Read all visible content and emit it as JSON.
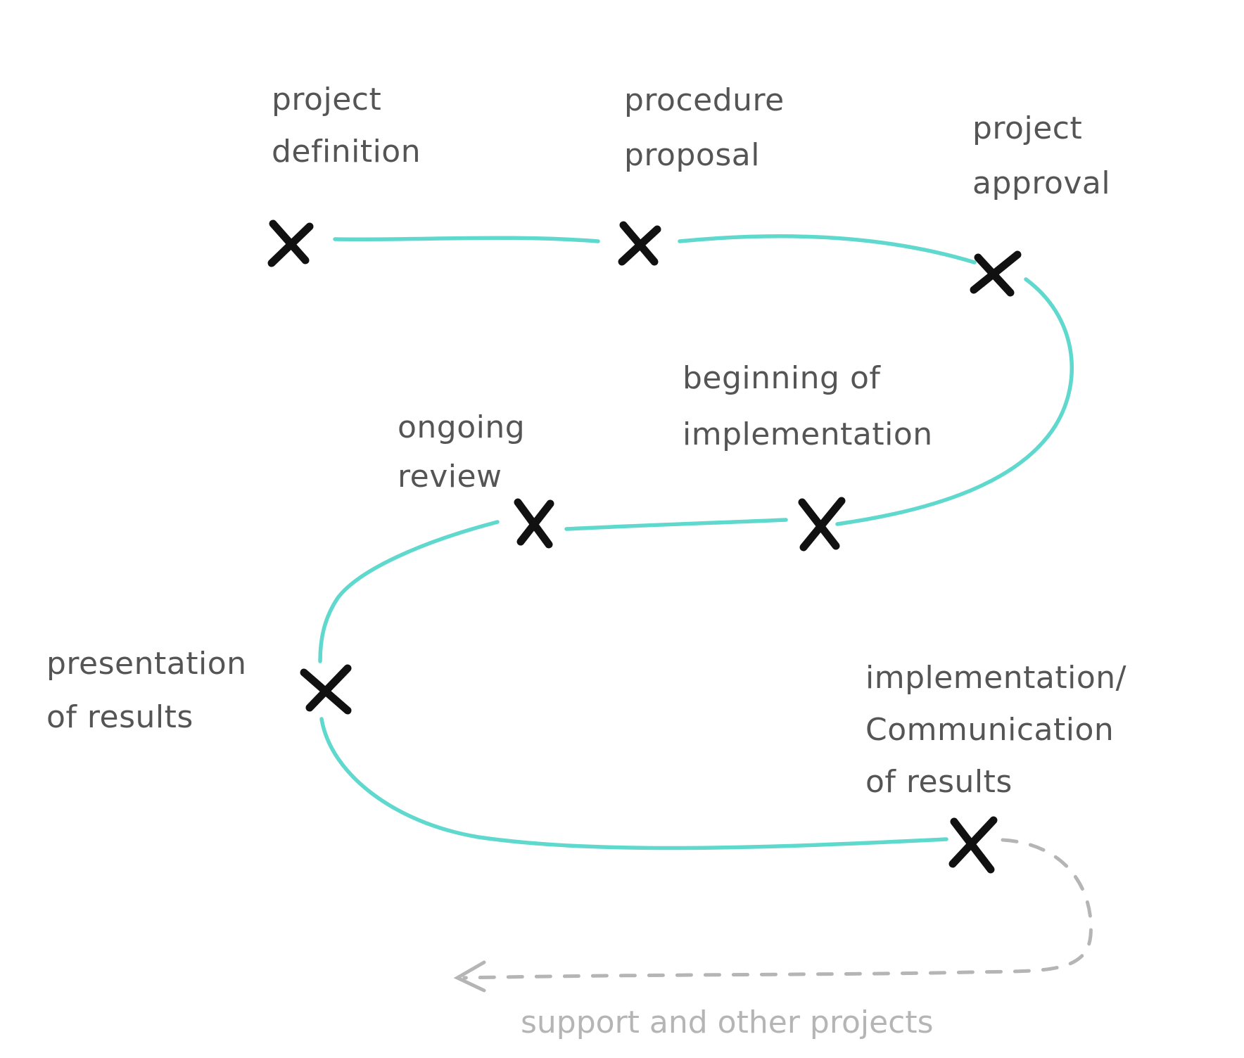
{
  "colors": {
    "path": "#5fd8cd",
    "cross": "#111111",
    "label": "#555555",
    "muted": "#b5b5b5"
  },
  "milestones": [
    {
      "id": "project-definition",
      "lines": [
        "project",
        "definition"
      ]
    },
    {
      "id": "procedure-proposal",
      "lines": [
        "procedure",
        "proposal"
      ]
    },
    {
      "id": "project-approval",
      "lines": [
        "project",
        "approval"
      ]
    },
    {
      "id": "beginning-of-implementation",
      "lines": [
        "beginning of",
        "implementation"
      ]
    },
    {
      "id": "ongoing-review",
      "lines": [
        "ongoing",
        "review"
      ]
    },
    {
      "id": "presentation-of-results",
      "lines": [
        "presentation",
        "of results"
      ]
    },
    {
      "id": "implementation-communication-of-results",
      "lines": [
        "implementation/",
        "Communication",
        "of results"
      ]
    }
  ],
  "followup": {
    "label": "support and other projects"
  }
}
